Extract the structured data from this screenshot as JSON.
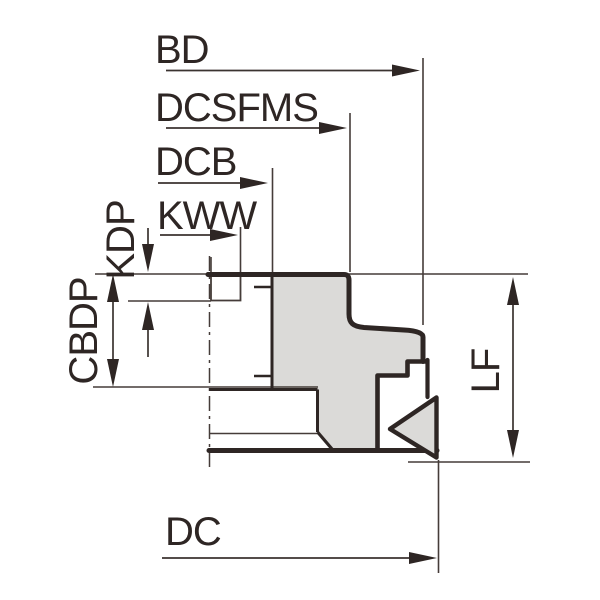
{
  "drawing": {
    "description": "Dimensioned cross-section diagram of a face-mill cutter body with indexable insert",
    "labels": {
      "bd": "BD",
      "dcsfms": "DCSFMS",
      "dcb": "DCB",
      "kww": "KWW",
      "kdp": "KDP",
      "cbdp": "CBDP",
      "lf": "LF",
      "dc": "DC"
    },
    "colors": {
      "ink": "#2e2624",
      "thin_line": "#453c39",
      "body_fill": "#dbdad8",
      "background": "#ffffff"
    }
  }
}
